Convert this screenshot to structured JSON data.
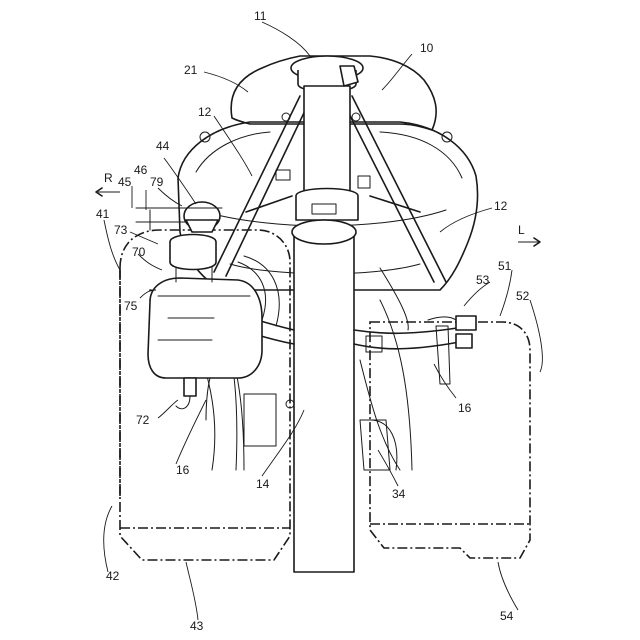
{
  "direction_labels": {
    "right": "R",
    "left": "L"
  },
  "reference_numerals": {
    "n10": "10",
    "n11": "11",
    "n12a": "12",
    "n12b": "12",
    "n14": "14",
    "n16a": "16",
    "n16b": "16",
    "n21": "21",
    "n34": "34",
    "n41": "41",
    "n42": "42",
    "n43": "43",
    "n44": "44",
    "n45": "45",
    "n46": "46",
    "n51": "51",
    "n52": "52",
    "n53": "53",
    "n54": "54",
    "n70": "70",
    "n72": "72",
    "n73": "73",
    "n75": "75",
    "n79": "79"
  }
}
